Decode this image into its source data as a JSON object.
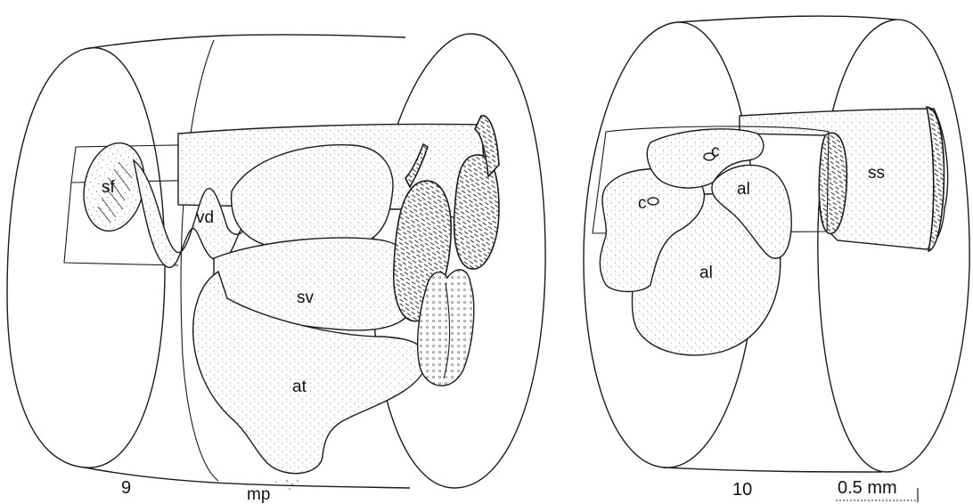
{
  "figure_9": {
    "number": "9",
    "labels": {
      "sf": "sf",
      "vd": "vd",
      "sv": "sv",
      "at": "at",
      "mp": "mp"
    }
  },
  "figure_10": {
    "number": "10",
    "labels": {
      "c_upper": "c",
      "c_left": "c",
      "al_upper": "al",
      "al_lower": "al",
      "ss": "ss"
    }
  },
  "scale_bar": {
    "label": "0.5 mm"
  }
}
